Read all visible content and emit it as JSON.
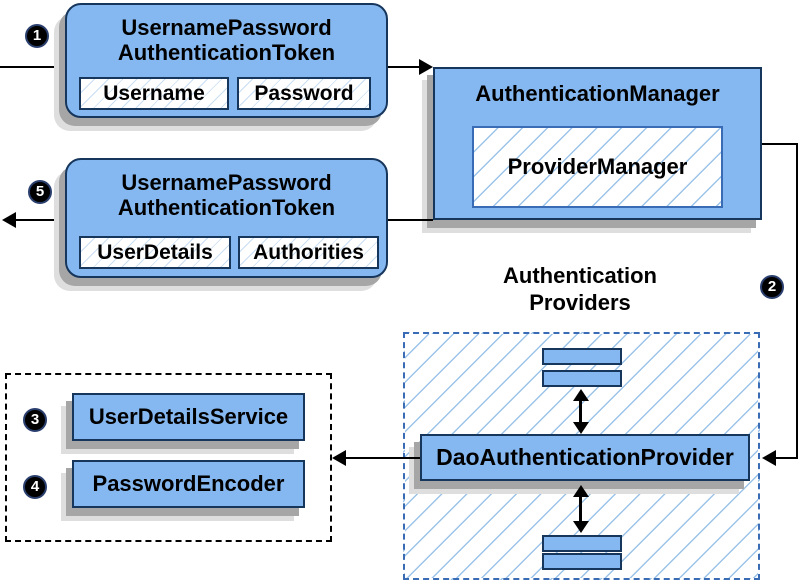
{
  "diagram": {
    "markers": {
      "step1": "1",
      "step2": "2",
      "step3": "3",
      "step4": "4",
      "step5": "5"
    },
    "token_request": {
      "title": "UsernamePassword\nAuthenticationToken",
      "fields": [
        "Username",
        "Password"
      ]
    },
    "token_response": {
      "title": "UsernamePassword\nAuthenticationToken",
      "fields": [
        "UserDetails",
        "Authorities"
      ]
    },
    "authentication_manager": {
      "label": "AuthenticationManager",
      "inner_label": "ProviderManager"
    },
    "providers_group": {
      "title": "Authentication\nProviders",
      "provider_label": "DaoAuthenticationProvider"
    },
    "services_group": {
      "items": [
        "UserDetailsService",
        "PasswordEncoder"
      ]
    },
    "colors": {
      "node_fill": "#85b8f0",
      "node_border": "#16365c",
      "hatch_line": "#9cc4e9",
      "dashed_frame_border": "#3a6bb5",
      "dotted_frame_border": "#000000",
      "shadow_dark": "#a6a6a6",
      "shadow_light": "#dedede",
      "marker_background": "#000000",
      "marker_text": "#ffffff",
      "line_color": "#000000"
    }
  }
}
